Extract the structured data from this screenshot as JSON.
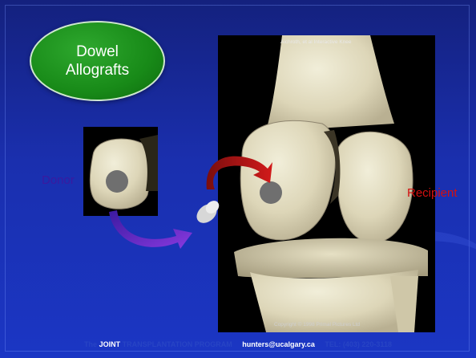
{
  "slide": {
    "title": "Dowel\nAllografts",
    "labels": {
      "donor": "Donor",
      "recipient": "Recipient"
    },
    "photo_caption": "Aichroth, et al Interactive Knee",
    "photo_copyright": "Copyright © 1998 Primal Pictures Ltd",
    "footer": {
      "prefix": "The ",
      "joint": "JOINT",
      "program": " TRANSPLANTATION PROGRAM     ",
      "email": "hunters@ucalgary.ca",
      "tel": "     TEL: (403) 220-3118"
    }
  },
  "colors": {
    "background": "#1b2fa6",
    "title_oval": "#188a18",
    "donor_label": "#3a1aa0",
    "recipient_label": "#d41010",
    "arrow_red": "#b01010",
    "arrow_purple": "#6a20c0"
  }
}
